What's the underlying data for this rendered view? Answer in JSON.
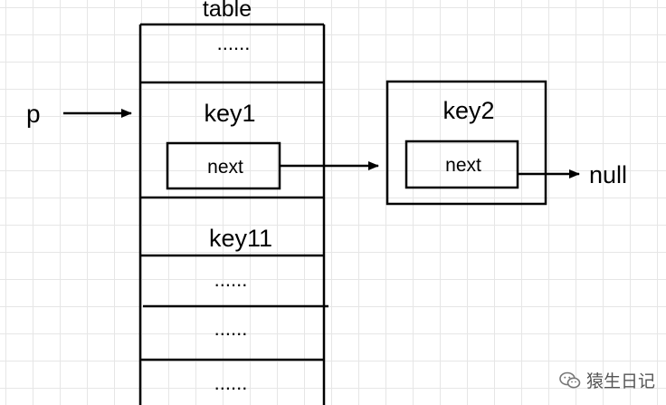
{
  "diagram": {
    "table_title": "table",
    "pointer_label": "p",
    "table_rows": {
      "row1": "......",
      "row2_key": "key1",
      "row2_next": "next",
      "row3": "key11",
      "row4": "......",
      "row5": "......",
      "row6": "......"
    },
    "node": {
      "key": "key2",
      "next": "next"
    },
    "null_label": "null"
  },
  "watermark": {
    "text": "猿生日记",
    "icon": "wechat-icon"
  }
}
